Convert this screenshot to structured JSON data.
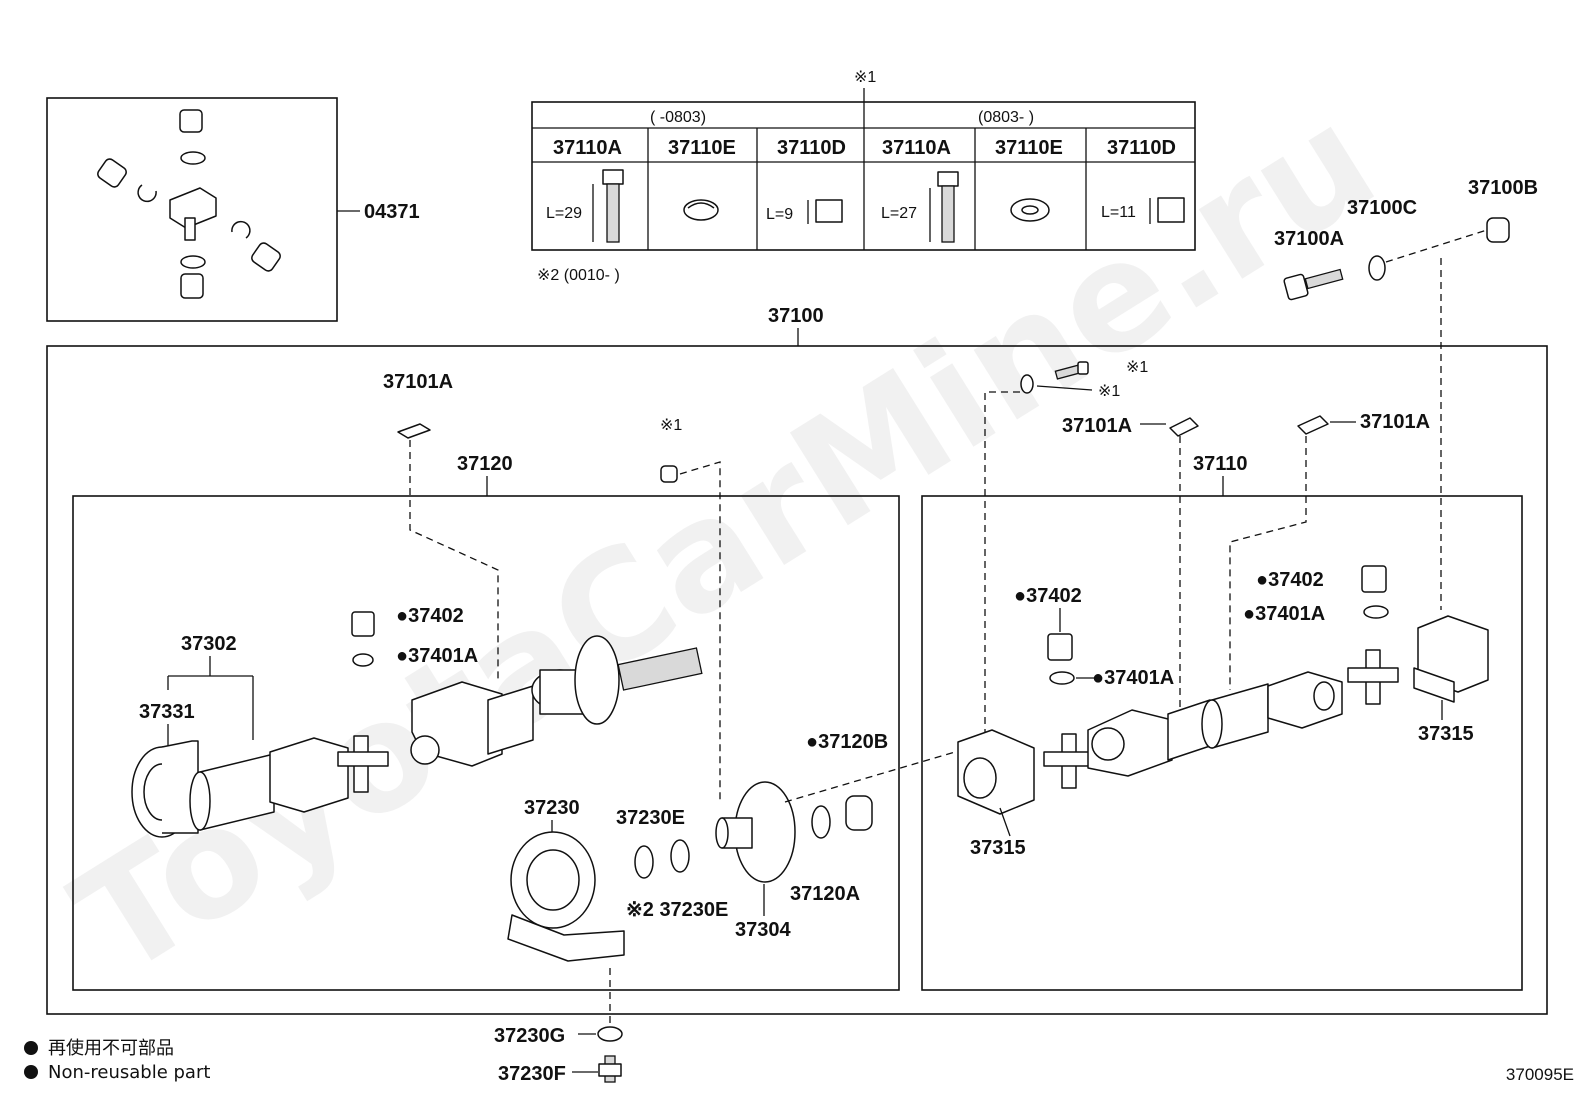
{
  "labels": {
    "p04371": "04371",
    "p37100": "37100",
    "p37100A": "37100A",
    "p37100B": "37100B",
    "p37100C": "37100C",
    "p37101A_left": "37101A",
    "p37101A_mid": "37101A",
    "p37101A_right": "37101A",
    "p37120": "37120",
    "p37110": "37110",
    "p37302": "37302",
    "p37331": "37331",
    "p37402_left": "●37402",
    "p37401A_left": "●37401A",
    "p37402_mid": "●37402",
    "p37401A_mid": "●37401A",
    "p37402_right": "●37402",
    "p37401A_right": "●37401A",
    "p37120B": "●37120B",
    "p37120A": "37120A",
    "p37230": "37230",
    "p37230E_top": "37230E",
    "p37230E_bot": "※2 37230E",
    "p37304": "37304",
    "p37315_left": "37315",
    "p37315_right": "37315",
    "p37230G": "37230G",
    "p37230F": "37230F",
    "note1_top": "※1",
    "note1_center": "※1",
    "note1_bolt": "※1",
    "note1_washer": "※1"
  },
  "table": {
    "group_left": "(      -0803)",
    "group_right": "(0803-      )",
    "headers": [
      "37110A",
      "37110E",
      "37110D",
      "37110A",
      "37110E",
      "37110D"
    ],
    "dims": [
      "L=29",
      "L=9",
      "L=27",
      "L=11"
    ],
    "footnote": "※2 (0010-        )"
  },
  "legend": {
    "line1": "再使用不可部品",
    "line2": "Non-reusable part"
  },
  "ref_code": "370095E",
  "watermark": "ToyotaCarMine.ru"
}
